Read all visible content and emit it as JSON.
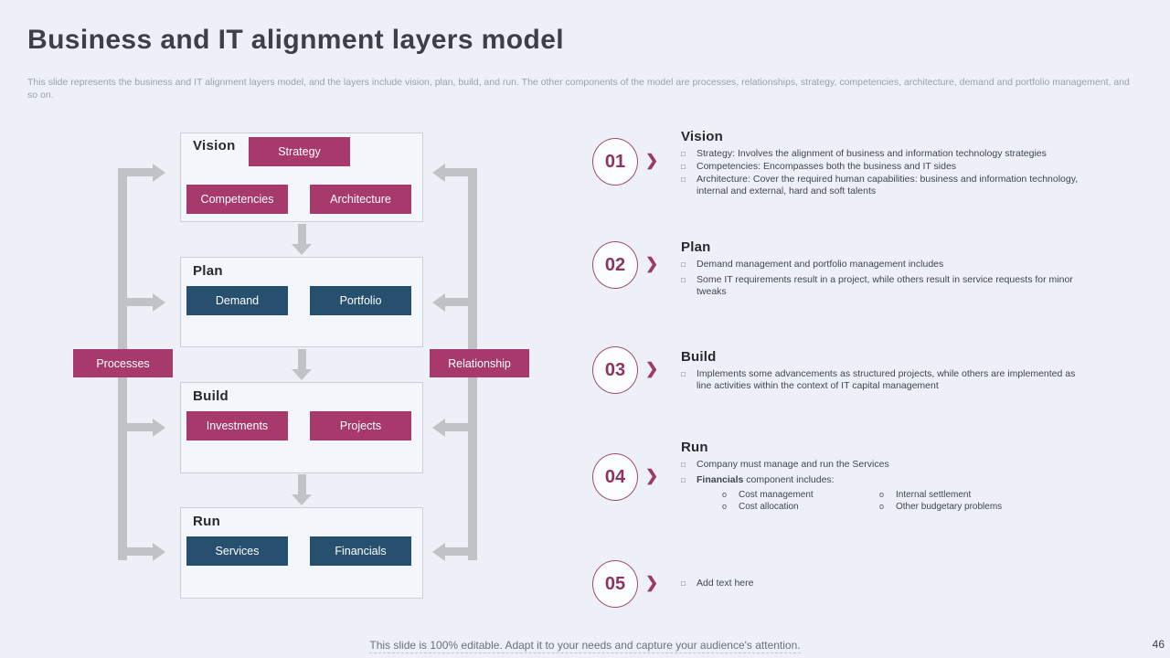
{
  "slide": {
    "title": "Business and IT alignment layers model",
    "subtitle": "This slide represents the business and IT alignment layers model, and the layers include vision, plan, build, and run. The other components of the model are processes, relationships, strategy, competencies, architecture, demand and portfolio management, and so on.",
    "footer": "This slide is 100% editable. Adapt it to your needs and capture your audience's attention.",
    "page_number": "46"
  },
  "colors": {
    "accent_pink": "#a8396d",
    "accent_blue": "#27506f",
    "arrow_gray": "#c0c2c5",
    "circle_border": "#9c4a72"
  },
  "icons": {
    "chevron": "❯",
    "bullet_square": "□",
    "sub_bullet": "o"
  },
  "diagram": {
    "layers": [
      {
        "title": "Vision",
        "chips": [
          "Strategy",
          "Competencies",
          "Architecture"
        ]
      },
      {
        "title": "Plan",
        "chips": [
          "Demand",
          "Portfolio"
        ]
      },
      {
        "title": "Build",
        "chips": [
          "Investments",
          "Projects"
        ]
      },
      {
        "title": "Run",
        "chips": [
          "Services",
          "Financials"
        ]
      }
    ],
    "left_label": "Processes",
    "right_label": "Relationship"
  },
  "sections": [
    {
      "number": "01",
      "title": "Vision",
      "bullets": [
        "Strategy: Involves the alignment of business and information technology strategies",
        "Competencies: Encompasses both the business and IT sides",
        "Architecture: Cover the required human capabilities: business and information technology,\ninternal and external, hard and soft talents"
      ]
    },
    {
      "number": "02",
      "title": "Plan",
      "bullets": [
        "Demand management and portfolio management includes",
        "Some IT requirements result in a project, while others result in service requests for minor\ntweaks"
      ]
    },
    {
      "number": "03",
      "title": "Build",
      "bullets": [
        "Implements some advancements as structured projects, while others are implemented as\nline activities within the context of IT capital management"
      ]
    },
    {
      "number": "04",
      "title": "Run",
      "bullets": [
        "Company must manage and run the Services"
      ],
      "bullet_rich": {
        "bold": "Financials",
        "text": " component includes:"
      },
      "sub_bullets": [
        [
          "Cost management",
          "Cost allocation"
        ],
        [
          "Internal settlement",
          "Other budgetary problems"
        ]
      ]
    },
    {
      "number": "05",
      "title": "",
      "bullets": [
        "Add text here"
      ]
    }
  ]
}
